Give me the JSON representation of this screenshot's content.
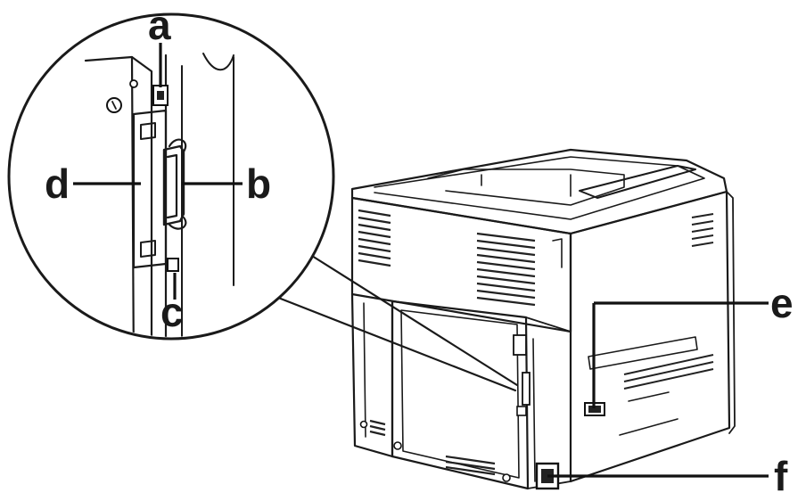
{
  "callouts": {
    "a": "a",
    "b": "b",
    "c": "c",
    "d": "d",
    "e": "e",
    "f": "f"
  }
}
